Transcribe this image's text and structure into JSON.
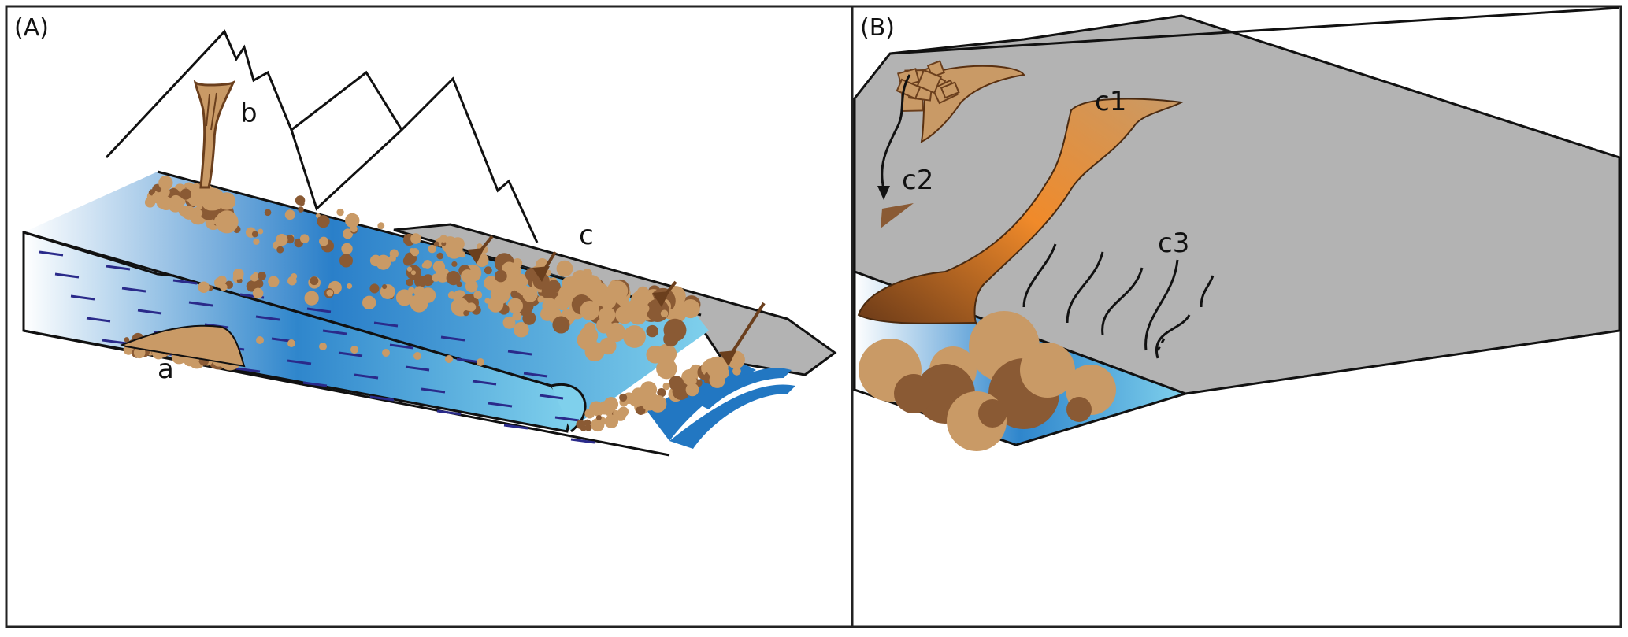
{
  "panel_a": {
    "panel_label": "(A)",
    "labels": {
      "a": "a",
      "b": "b",
      "c": "c"
    }
  },
  "panel_b": {
    "panel_label": "(B)",
    "labels": {
      "c1": "c1",
      "c2": "c2",
      "c3": "c3"
    }
  },
  "colors": {
    "debris_light": "#c99a66",
    "debris_dark": "#8a5a34",
    "ice_blue": "#2a7fc9",
    "ice_light": "#7fd0ec",
    "rock_grey": "#b3b3b3",
    "flow_arrow": "#2a2a8a",
    "flow_orange": "#e98b2e"
  }
}
